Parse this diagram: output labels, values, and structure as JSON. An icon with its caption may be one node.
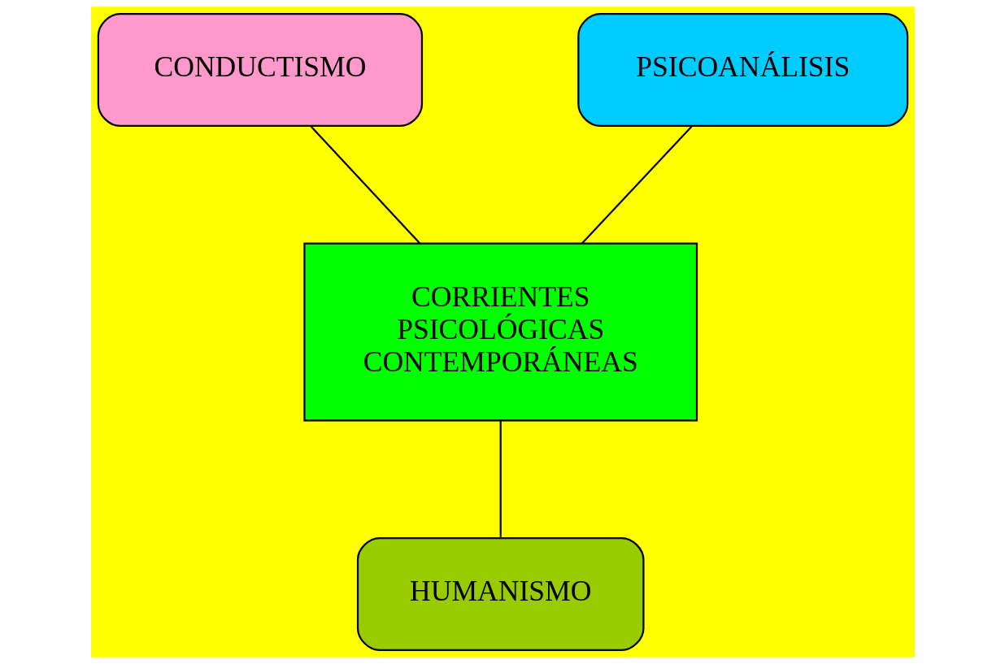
{
  "diagram": {
    "nodes": [
      {
        "text": [
          "CONDUCTISMO"
        ]
      },
      {
        "text": [
          "PSICOANÁLISIS"
        ]
      },
      {
        "text": [
          "CORRIENTES PSICOLÓGICAS CONTEMPORÁNEAS"
        ]
      },
      {
        "text": [
          "HUMANISMO"
        ]
      }
    ],
    "edges": [
      {
        "from": 0,
        "to": 2,
        "arrow": "none"
      },
      {
        "from": 1,
        "to": 2,
        "arrow": "none"
      },
      {
        "from": 3,
        "to": 2,
        "arrow": "none"
      }
    ]
  }
}
